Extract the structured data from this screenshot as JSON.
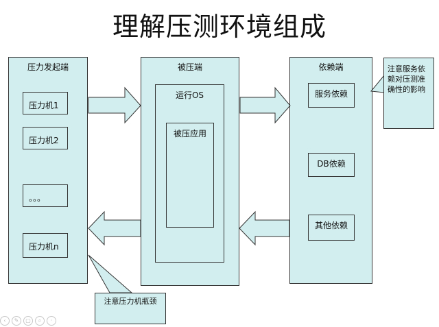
{
  "title": "理解压测环境组成",
  "panels": {
    "generator": {
      "label": "压力发起端",
      "machines": [
        "压力机1",
        "压力机2",
        "。。。",
        "压力机n"
      ]
    },
    "target": {
      "label": "被压端",
      "os_label": "运行OS",
      "app_label": "被压应用"
    },
    "dependency": {
      "label": "依赖端",
      "items": [
        "服务依赖",
        "DB依赖",
        "其他依赖"
      ]
    }
  },
  "callouts": {
    "dependency_note": "注意服务依赖对压测准确性的影响",
    "generator_note": "注意压力机瓶颈"
  },
  "colors": {
    "fill": "#d3eeee",
    "stroke": "#333333"
  }
}
